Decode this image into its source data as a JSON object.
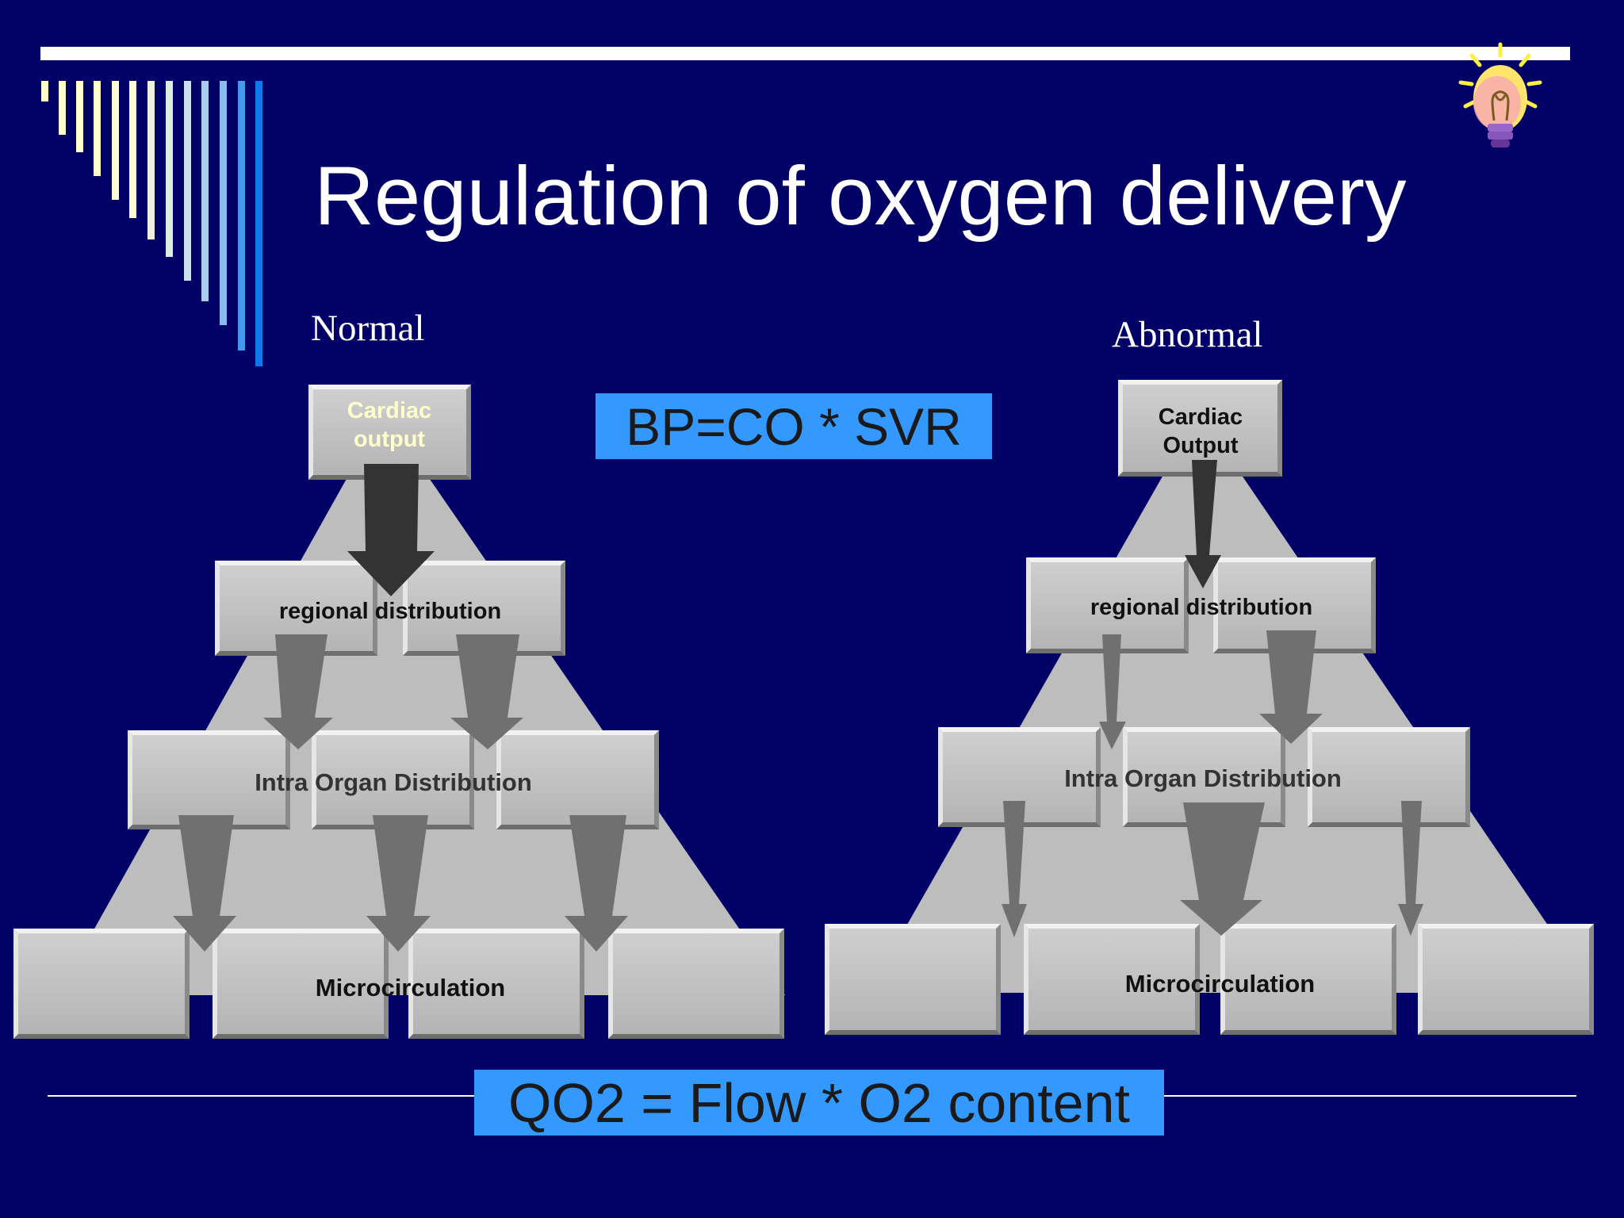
{
  "title": "Regulation of oxygen delivery",
  "panels": {
    "normal": {
      "label": "Normal",
      "top_label": "Cardiac\noutput",
      "level2": "regional distribution",
      "level3": "Intra Organ Distribution",
      "level4": "Microcirculation"
    },
    "abnormal": {
      "label": "Abnormal",
      "top_label": "Cardiac\nOutput",
      "level2": "regional distribution",
      "level3": "Intra Organ Distribution",
      "level4": "Microcirculation"
    }
  },
  "formulas": {
    "bp": "BP=CO * SVR",
    "qo2": "QO2 = Flow * O2 content"
  },
  "colors": {
    "background": "#000066",
    "formula_box": "#3399ff",
    "pyramid": "#bdbdbd",
    "box": "#c0c0c0",
    "arrow_dark": "#333333",
    "arrow_mid": "#707070",
    "cardiac_normal_text": "#ffffcc"
  },
  "icons": [
    "lightbulb-icon"
  ]
}
